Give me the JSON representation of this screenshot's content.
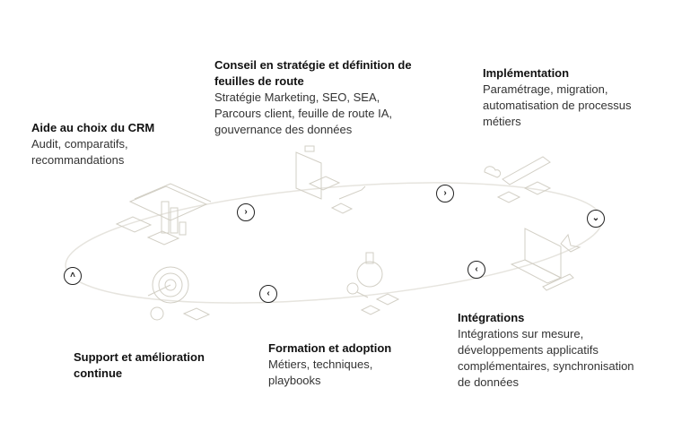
{
  "steps": [
    {
      "title": "Aide au choix du CRM",
      "desc": "Audit, comparatifs, recommandations"
    },
    {
      "title": "Conseil en stratégie et définition de feuilles de route",
      "desc": "Stratégie Marketing, SEO, SEA, Parcours client, feuille de route IA, gouvernance des données"
    },
    {
      "title": "Implémentation",
      "desc": "Paramétrage, migration, automatisation de processus métiers"
    },
    {
      "title": "Intégrations",
      "desc": "Intégrations sur mesure, développements applicatifs complémentaires, synchronisation de données"
    },
    {
      "title": "Formation et adoption",
      "desc": "Métiers, techniques, playbooks"
    },
    {
      "title": "Support et amélioration continue",
      "desc": ""
    }
  ],
  "arrows": [
    "›",
    "›",
    "⌄",
    "‹",
    "‹",
    "˄"
  ],
  "colors": {
    "path": "#e4e2dc",
    "icon": "#cfccc2",
    "node": "#222222"
  }
}
